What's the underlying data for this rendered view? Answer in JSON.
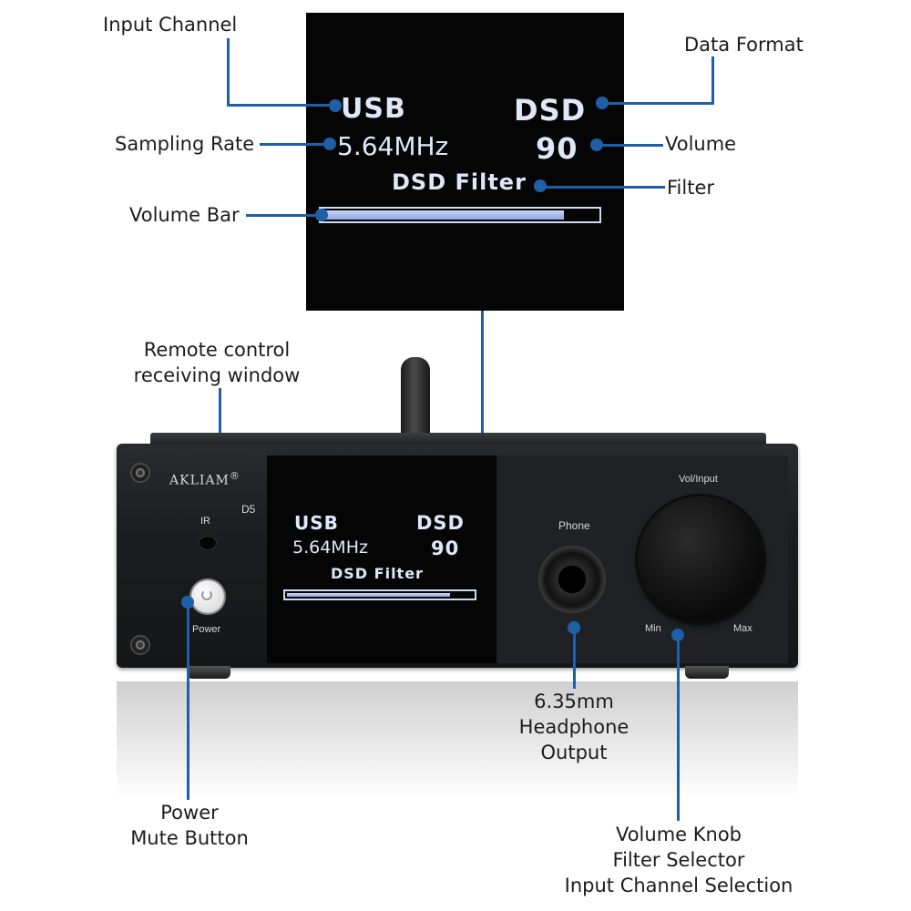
{
  "callouts": {
    "input_channel": "Input Channel",
    "data_format": "Data Format",
    "sampling_rate": "Sampling Rate",
    "volume": "Volume",
    "filter": "Filter",
    "volume_bar": "Volume Bar",
    "remote_line1": "Remote control",
    "remote_line2": "receiving window",
    "power_line1": "Power",
    "power_line2": "Mute Button",
    "headphone_line1": "6.35mm",
    "headphone_line2": "Headphone",
    "headphone_line3": "Output",
    "knob_line1": "Volume Knob",
    "knob_line2": "Filter Selector",
    "knob_line3": "Input Channel Selection"
  },
  "display": {
    "input": "USB",
    "format": "DSD",
    "rate": "5.64MHz",
    "volume": "90",
    "filter": "DSD Filter",
    "volume_level": 0.88
  },
  "device": {
    "brand": "AKLIAM",
    "brand_mark": "®",
    "model": "D5",
    "ir_label": "IR",
    "power_label": "Power",
    "phone_label": "Phone",
    "knob_label": "Vol/Input",
    "min_label": "Min",
    "max_label": "Max"
  },
  "colors": {
    "accent": "#1f5fa8",
    "oled_text": "#dfe7f8"
  }
}
